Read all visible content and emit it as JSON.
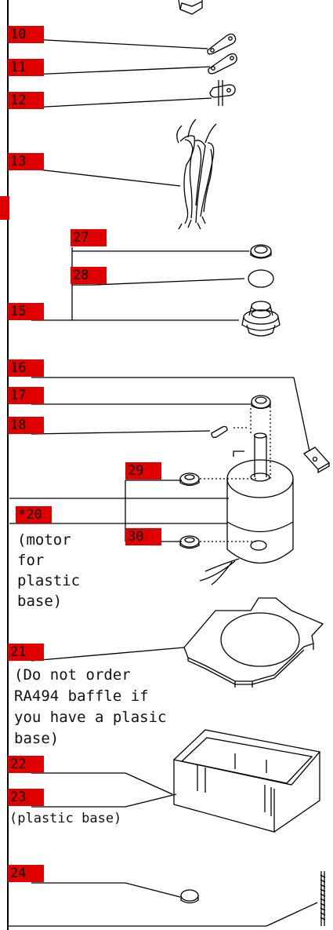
{
  "callouts": {
    "c10": "10",
    "c11": "11",
    "c12": "12",
    "c13": "13",
    "c15": "15",
    "c16": "16",
    "c17": "17",
    "c18": "18",
    "c20": "*20",
    "c21": "21",
    "c22": "22",
    "c23": "23",
    "c24": "24",
    "c27": "27",
    "c28": "28",
    "c29": "29",
    "c30": "30"
  },
  "notes": {
    "motor_line1": "(motor",
    "motor_line2": "for",
    "motor_line3": "plastic",
    "motor_line4": "base)",
    "baffle_line1": "(Do not order",
    "baffle_line2": "RA494 baffle if",
    "baffle_line3": "you have a plasic",
    "baffle_line4": "base)",
    "plastic_base": "(plastic base)"
  },
  "colors": {
    "callout_fill": "#e00000",
    "line": "#000000"
  }
}
